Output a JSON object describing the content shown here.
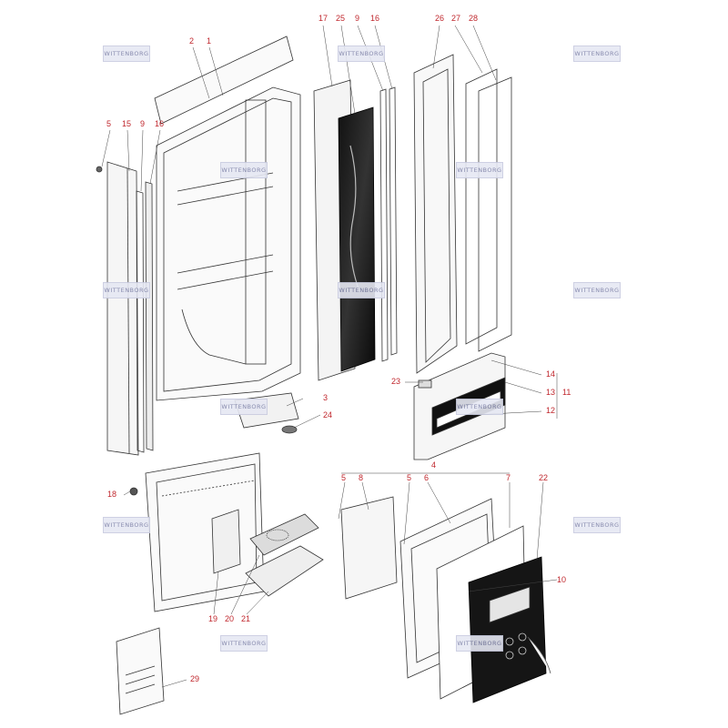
{
  "watermark_text": "WITTENBORG",
  "callout_color": "#c0272d",
  "labels": {
    "l1": "1",
    "l2": "2",
    "l3": "3",
    "l4": "4",
    "l5a": "5",
    "l5b": "5",
    "l5c": "5",
    "l6": "6",
    "l7": "7",
    "l8": "8",
    "l9a": "9",
    "l9b": "9",
    "l10": "10",
    "l11": "11",
    "l12": "12",
    "l13": "13",
    "l14": "14",
    "l15": "15",
    "l16a": "16",
    "l16b": "16",
    "l17": "17",
    "l18": "18",
    "l19": "19",
    "l20": "20",
    "l21": "21",
    "l22": "22",
    "l23": "23",
    "l24": "24",
    "l25": "25",
    "l26": "26",
    "l27": "27",
    "l28": "28",
    "l29": "29"
  }
}
